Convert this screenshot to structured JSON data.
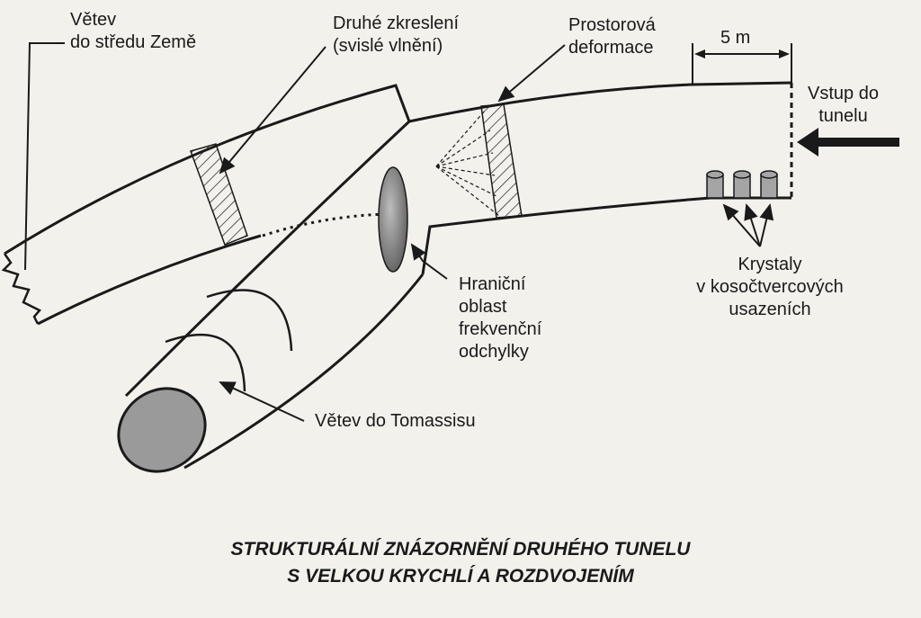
{
  "labels": {
    "earth_branch": [
      "Větev",
      "do středu Země"
    ],
    "second_distortion": [
      "Druhé zkreslení",
      "(svislé vlnění)"
    ],
    "spatial_deformation": [
      "Prostorová",
      "deformace"
    ],
    "distance": "5 m",
    "entrance": [
      "Vstup do",
      "tunelu"
    ],
    "crystals": [
      "Krystaly",
      "v kosočtvercových",
      "usazeních"
    ],
    "boundary": [
      "Hraniční",
      "oblast",
      "frekvenční",
      "odchylky"
    ],
    "tomassis_branch": "Větev do Tomassisu"
  },
  "caption": [
    "STRUKTURÁLNÍ ZNÁZORNĚNÍ DRUHÉHO TUNELU",
    "S VELKOU KRYCHLÍ A ROZDVOJENÍM"
  ],
  "colors": {
    "ink": "#1a1a1a",
    "paper": "#f3f1ec",
    "fill_gray": "#9a9a9a"
  }
}
